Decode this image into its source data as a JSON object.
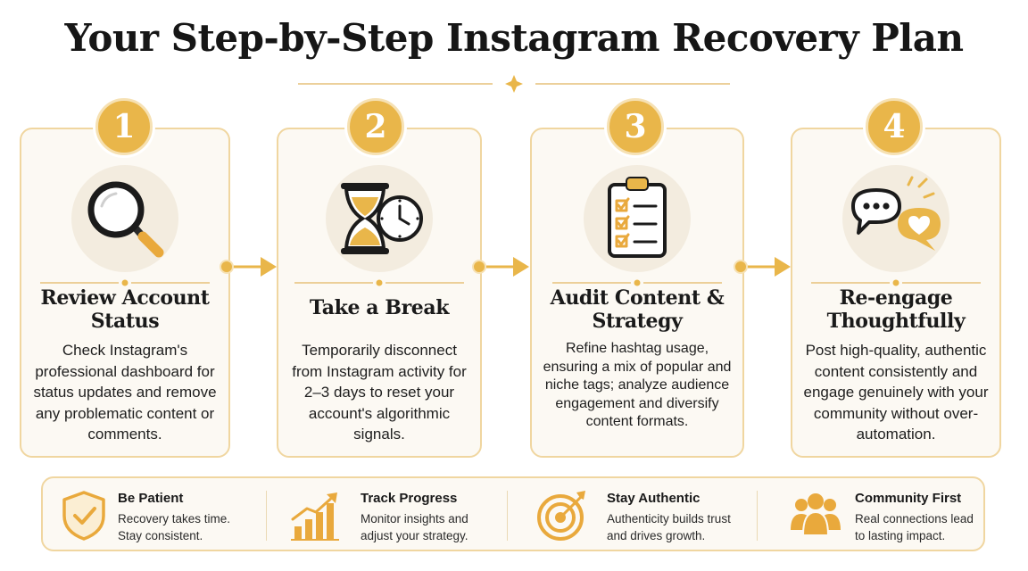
{
  "title": "Your Step-by-Step Instagram Recovery Plan",
  "colors": {
    "accent": "#E9B64A",
    "card_bg": "#FCF9F3",
    "card_border": "#F0D6A0",
    "icon_bg": "#F3ECDF",
    "text": "#1B1B1B"
  },
  "steps": [
    {
      "number": "1",
      "icon": "magnifying-glass-icon",
      "title": "Review Account Status",
      "body": "Check Instagram's professional dashboard for status updates and remove any problematic content or comments."
    },
    {
      "number": "2",
      "icon": "hourglass-clock-icon",
      "title": "Take a Break",
      "body": "Temporarily disconnect from Instagram activity for 2–3 days to reset your account's algorithmic signals."
    },
    {
      "number": "3",
      "icon": "clipboard-checklist-icon",
      "title": "Audit Content & Strategy",
      "body": "Refine hashtag usage, ensuring a mix of popular and niche tags; analyze audience engagement and diversify content formats."
    },
    {
      "number": "4",
      "icon": "chat-heart-icon",
      "title": "Re-engage Thoughtfully",
      "body": "Post high-quality, authentic content consistently and engage genuinely with your community without over-automation."
    }
  ],
  "tips": [
    {
      "icon": "shield-check-icon",
      "title": "Be Patient",
      "text": "Recovery takes time. Stay consistent."
    },
    {
      "icon": "growth-chart-icon",
      "title": "Track Progress",
      "text": "Monitor insights and adjust your strategy."
    },
    {
      "icon": "target-icon",
      "title": "Stay Authentic",
      "text": "Authenticity builds trust and drives growth."
    },
    {
      "icon": "community-icon",
      "title": "Community First",
      "text": "Real connections lead to lasting impact."
    }
  ]
}
